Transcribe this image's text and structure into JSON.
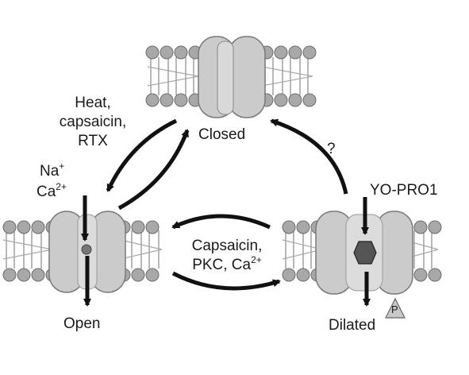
{
  "states": {
    "closed": "Closed",
    "open": "Open",
    "dilated": "Dilated"
  },
  "stimuli": {
    "activators": [
      "Heat,",
      "capsaicin,",
      "RTX"
    ],
    "ions": {
      "na": "Na",
      "na_charge": "+",
      "ca": "Ca",
      "ca_charge": "2+"
    },
    "dilation_line1": "Capsaicin,",
    "dilation_line2": "PKC, Ca",
    "dilation_charge": "2+",
    "unknown_return": "?",
    "dye": "YO-PRO1"
  },
  "phospho_label": "P",
  "colors": {
    "lipid_head": "#a8a8a8",
    "channel_body": "#cbcbcb",
    "channel_stroke": "#7a7a7a",
    "ion_dot": "#777777",
    "dye_hexagon": "#555555",
    "arrow": "#111111",
    "phospho_tag": "#c9c9c9"
  }
}
